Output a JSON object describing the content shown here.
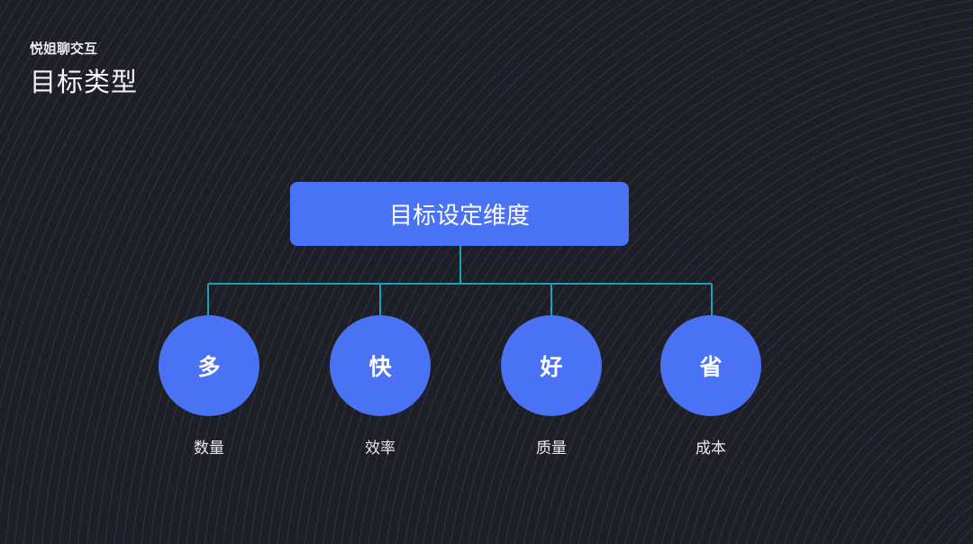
{
  "header": {
    "subtitle": "悦姐聊交互",
    "title": "目标类型"
  },
  "diagram": {
    "root": "目标设定维度",
    "children": [
      {
        "char": "多",
        "label": "数量"
      },
      {
        "char": "快",
        "label": "效率"
      },
      {
        "char": "好",
        "label": "质量"
      },
      {
        "char": "省",
        "label": "成本"
      }
    ]
  },
  "colors": {
    "background": "#1e1e28",
    "node": "#4a72f5",
    "connector": "#1aa3b8"
  }
}
